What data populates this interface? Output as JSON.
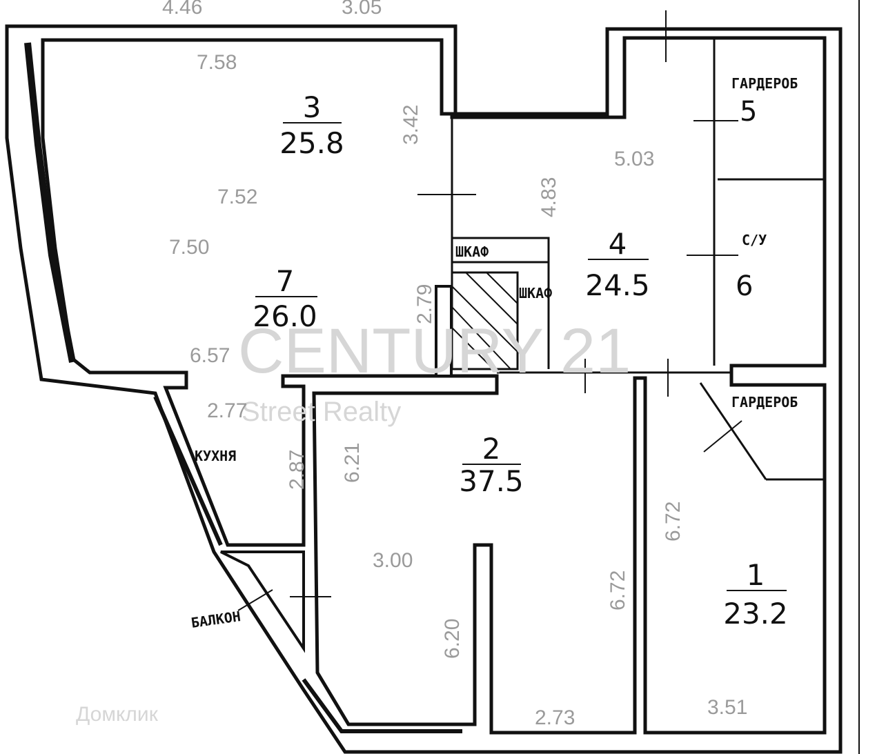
{
  "rooms": [
    {
      "num": "1",
      "area": "23.2"
    },
    {
      "num": "2",
      "area": "37.5"
    },
    {
      "num": "3",
      "area": "25.8"
    },
    {
      "num": "4",
      "area": "24.5"
    },
    {
      "num": "5",
      "area": ""
    },
    {
      "num": "6",
      "area": ""
    },
    {
      "num": "7",
      "area": "26.0"
    }
  ],
  "labels": {
    "wardrobe_top": "ГАРДЕРОБ",
    "wardrobe_bottom": "ГАРДЕРОБ",
    "bathroom": "С/У",
    "closet_top": "ШКАФ",
    "closet_side": "ШКАФ",
    "kitchen": "КУХНЯ",
    "balcony": "БАЛКОН"
  },
  "dimensions": {
    "top_a": "4.46",
    "top_b": "3.05",
    "d758": "7.58",
    "d342": "3.42",
    "d503": "5.03",
    "d483": "4.83",
    "d752": "7.52",
    "d750": "7.50",
    "d279": "2.79",
    "d657": "6.57",
    "d277": "2.77",
    "d287": "2.87",
    "d621": "6.21",
    "d300": "3.00",
    "d620": "6.20",
    "d672a": "6.72",
    "d672b": "6.72",
    "d273": "2.73",
    "d351": "3.51"
  },
  "watermarks": {
    "brand": "CENTURY 21",
    "sub": "Street Realty",
    "site": "Домклик"
  }
}
